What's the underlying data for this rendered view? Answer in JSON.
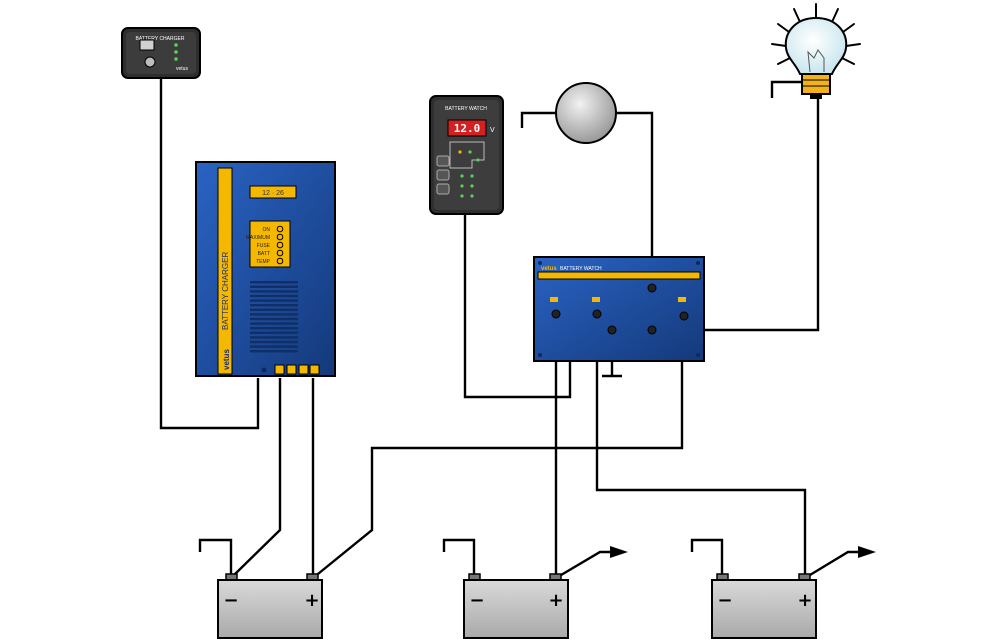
{
  "remote_panel": {
    "title": "BATTERY CHARGER",
    "brand": "vetus"
  },
  "charger": {
    "display": "12 · 26",
    "led_labels": [
      "ON",
      "MAXIMUM",
      "FUSE",
      "BATT",
      "TEMP"
    ],
    "side_label": "BATTERY CHARGER",
    "brand": "vetus"
  },
  "battery_watch_panel": {
    "title": "BATTERY WATCH",
    "reading": "12.0",
    "unit": "V"
  },
  "battery_watch_box": {
    "brand": "vetus",
    "title": "BATTERY WATCH"
  },
  "batteries": [
    {
      "minus": "−",
      "plus": "+"
    },
    {
      "minus": "−",
      "plus": "+"
    },
    {
      "minus": "−",
      "plus": "+"
    }
  ],
  "colors": {
    "charger_blue": "#1a4c9c",
    "accent_yellow": "#f5b800",
    "panel_dark": "#333333",
    "battery_grey": "#c8c8c8"
  }
}
